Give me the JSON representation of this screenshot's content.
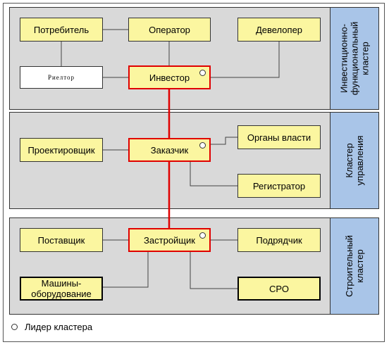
{
  "clusters": [
    {
      "label_line1": "Инвестиционно-",
      "label_line2": "функциональный",
      "label_line3": "кластер"
    },
    {
      "label_line1": "Кластер",
      "label_line2": "управления"
    },
    {
      "label_line1": "Строительный",
      "label_line2": "кластер"
    }
  ],
  "nodes": {
    "consumer": "Потребитель",
    "operator": "Оператор",
    "developer": "Девелопер",
    "realtor": "Риелтор",
    "investor": "Инвестор",
    "designer": "Проектировщик",
    "customer": "Заказчик",
    "authorities": "Органы власти",
    "registrar": "Регистратор",
    "supplier": "Поставщик",
    "builder": "Застройщик",
    "contractor": "Подрядчик",
    "machines_line1": "Машины-",
    "machines_line2": "оборудование",
    "sro": "СРО"
  },
  "legend": {
    "leader_label": "Лидер кластера"
  },
  "colors": {
    "cluster_bg": "#d9d9d9",
    "label_bg": "#a9c5e8",
    "node_bg": "#fbf6a0",
    "leader_border": "#e00000"
  }
}
